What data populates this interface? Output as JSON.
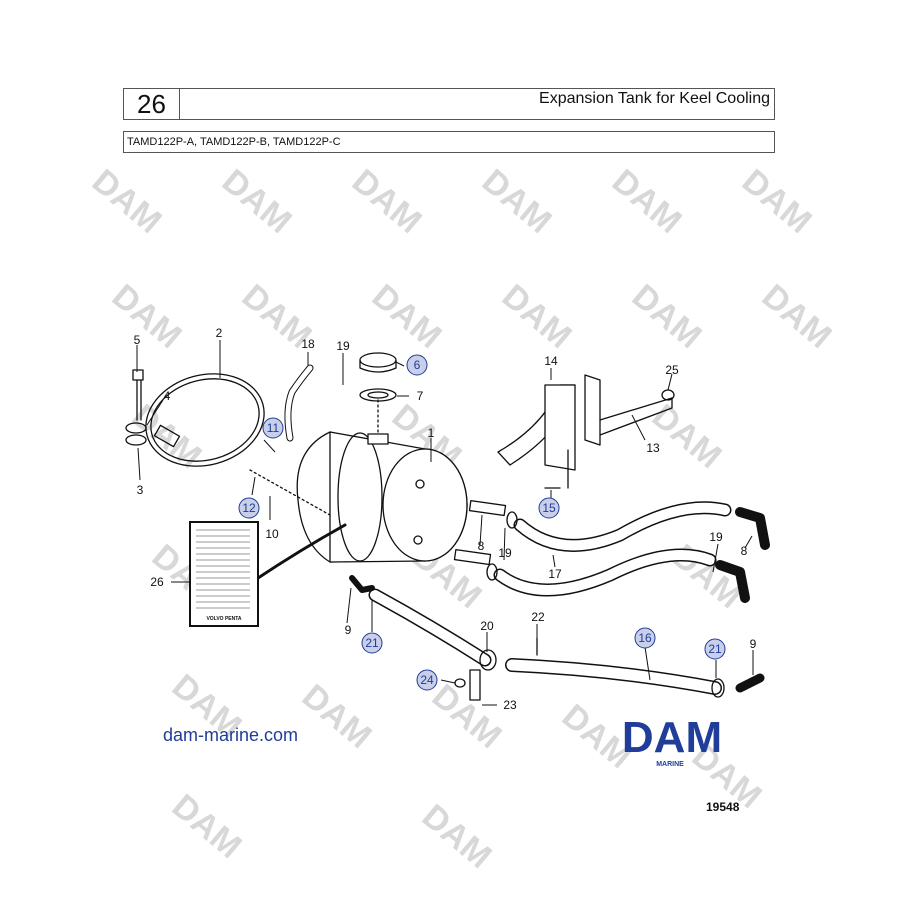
{
  "header": {
    "page_number": "26",
    "title": "Expansion Tank for Keel Cooling",
    "models": "TAMD122P-A, TAMD122P-B, TAMD122P-C"
  },
  "watermark": {
    "text": "DAM"
  },
  "callouts": [
    {
      "id": "c1",
      "label": "1",
      "circled": false
    },
    {
      "id": "c2",
      "label": "2",
      "circled": false
    },
    {
      "id": "c3",
      "label": "3",
      "circled": false
    },
    {
      "id": "c4",
      "label": "4",
      "circled": false
    },
    {
      "id": "c5",
      "label": "5",
      "circled": false
    },
    {
      "id": "c6",
      "label": "6",
      "circled": true
    },
    {
      "id": "c7",
      "label": "7",
      "circled": false
    },
    {
      "id": "c8a",
      "label": "8",
      "circled": false
    },
    {
      "id": "c8b",
      "label": "8",
      "circled": false
    },
    {
      "id": "c9a",
      "label": "9",
      "circled": false
    },
    {
      "id": "c9b",
      "label": "9",
      "circled": false
    },
    {
      "id": "c10",
      "label": "10",
      "circled": false
    },
    {
      "id": "c11",
      "label": "11",
      "circled": true
    },
    {
      "id": "c12",
      "label": "12",
      "circled": true
    },
    {
      "id": "c13",
      "label": "13",
      "circled": false
    },
    {
      "id": "c14",
      "label": "14",
      "circled": false
    },
    {
      "id": "c15",
      "label": "15",
      "circled": true
    },
    {
      "id": "c16",
      "label": "16",
      "circled": true
    },
    {
      "id": "c17",
      "label": "17",
      "circled": false
    },
    {
      "id": "c18",
      "label": "18",
      "circled": false
    },
    {
      "id": "c19a",
      "label": "19",
      "circled": false
    },
    {
      "id": "c19b",
      "label": "19",
      "circled": false
    },
    {
      "id": "c19c",
      "label": "19",
      "circled": false
    },
    {
      "id": "c20",
      "label": "20",
      "circled": false
    },
    {
      "id": "c21a",
      "label": "21",
      "circled": true
    },
    {
      "id": "c21b",
      "label": "21",
      "circled": true
    },
    {
      "id": "c22",
      "label": "22",
      "circled": false
    },
    {
      "id": "c23",
      "label": "23",
      "circled": false
    },
    {
      "id": "c24",
      "label": "24",
      "circled": true
    },
    {
      "id": "c25",
      "label": "25",
      "circled": false
    },
    {
      "id": "c26",
      "label": "26",
      "circled": false
    }
  ],
  "logo": {
    "text": "DAM",
    "subtext": "MARINE",
    "color": "#1f3d99"
  },
  "label_sign": {
    "brand": "VOLVO PENTA"
  },
  "website": "dam-marine.com",
  "drawing_number": "19548",
  "colors": {
    "callout_circle_fill": "#c9cfe8",
    "callout_circle_stroke": "#1f3d99",
    "line": "#111111"
  }
}
